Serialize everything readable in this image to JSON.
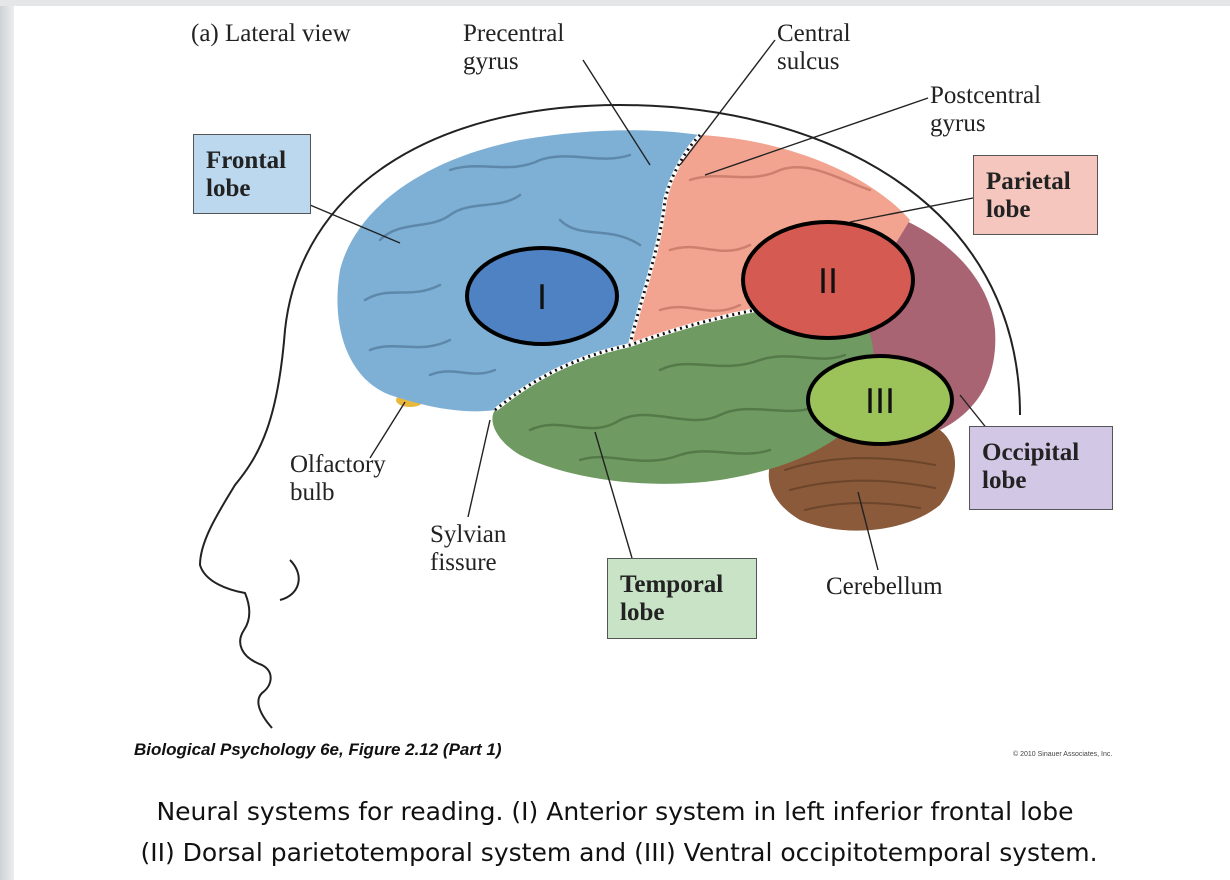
{
  "diagram": {
    "view_label": "(a) Lateral view",
    "labels": {
      "precentral": "Precentral\ngyrus",
      "central_sulcus": "Central\nsulcus",
      "postcentral": "Postcentral\ngyrus",
      "olfactory": "Olfactory\nbulb",
      "sylvian": "Sylvian\nfissure",
      "cerebellum": "Cerebellum"
    },
    "lobes": {
      "frontal": "Frontal\nlobe",
      "parietal": "Parietal\nlobe",
      "occipital": "Occipital\nlobe",
      "temporal": "Temporal\nlobe"
    },
    "systems": [
      "I",
      "II",
      "III"
    ],
    "colors": {
      "frontal": "#7eb0d6",
      "frontal_box": "#bcd8ee",
      "parietal": "#f2a490",
      "parietal_box": "#f5c6bd",
      "temporal": "#6f9a62",
      "temporal_box": "#c8e3c6",
      "occipital": "#a86472",
      "occipital_box": "#d2c8e6",
      "cerebellum": "#8a5a3a",
      "system_I": "#4f82c2",
      "system_II": "#d45a52",
      "system_III": "#9cc25a"
    }
  },
  "credit": "Biological Psychology 6e, Figure 2.12 (Part 1)",
  "copyright": "© 2010 Sinauer Associates, Inc.",
  "caption": {
    "line1": "Neural systems for reading. (I) Anterior system in left inferior frontal lobe",
    "line2": "(II) Dorsal parietotemporal system and (III) Ventral occipitotemporal system."
  }
}
